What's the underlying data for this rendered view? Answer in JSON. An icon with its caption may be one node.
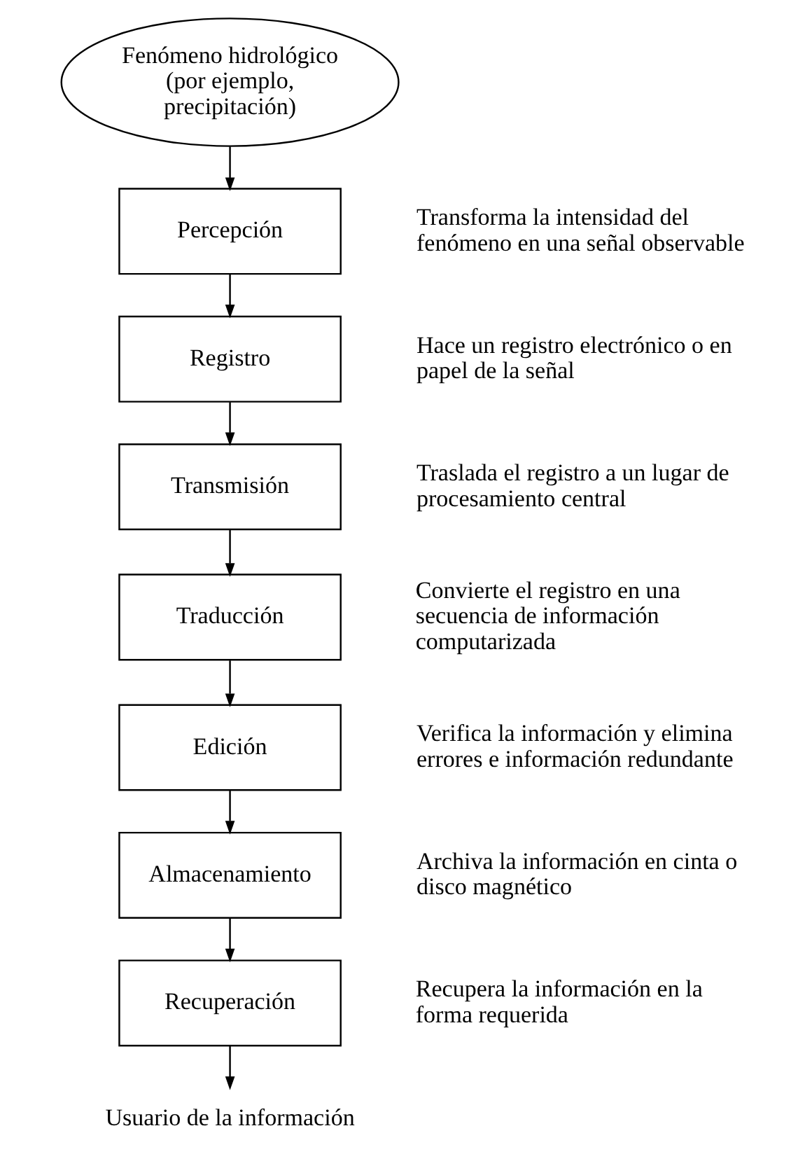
{
  "diagram": {
    "nodes": [
      {
        "text": [
          "Fenómeno hidrológico (por ejemplo, precipitación)"
        ]
      },
      {
        "text": [
          "Percepción"
        ],
        "beside": [
          "Transforma la intensidad del fenómeno en una señal observable"
        ]
      },
      {
        "text": [
          "Registro"
        ],
        "beside": [
          "Hace un registro electrónico o en papel de la señal"
        ]
      },
      {
        "text": [
          "Transmisión"
        ],
        "beside": [
          "Traslada el registro a un lugar de procesamiento central"
        ]
      },
      {
        "text": [
          "Traducción"
        ],
        "beside": [
          "Convierte el registro en una secuencia de información computarizada"
        ]
      },
      {
        "text": [
          "Edición"
        ],
        "beside": [
          "Verifica la información y elimina errores e información redundante"
        ]
      },
      {
        "text": [
          "Almacenamiento"
        ],
        "beside": [
          "Archiva la información en cinta o disco magnético"
        ]
      },
      {
        "text": [
          "Recuperación"
        ],
        "beside": [
          "Recupera la información en la forma requerida"
        ]
      },
      {
        "text": [
          "Usuario de la información"
        ]
      }
    ],
    "edges": [
      {
        "from": 0,
        "to": 1,
        "arrow": "to"
      },
      {
        "from": 1,
        "to": 2,
        "arrow": "to"
      },
      {
        "from": 2,
        "to": 3,
        "arrow": "to"
      },
      {
        "from": 3,
        "to": 4,
        "arrow": "to"
      },
      {
        "from": 4,
        "to": 5,
        "arrow": "to"
      },
      {
        "from": 5,
        "to": 6,
        "arrow": "to"
      },
      {
        "from": 6,
        "to": 7,
        "arrow": "to"
      },
      {
        "from": 7,
        "to": 8,
        "arrow": "to"
      }
    ]
  }
}
